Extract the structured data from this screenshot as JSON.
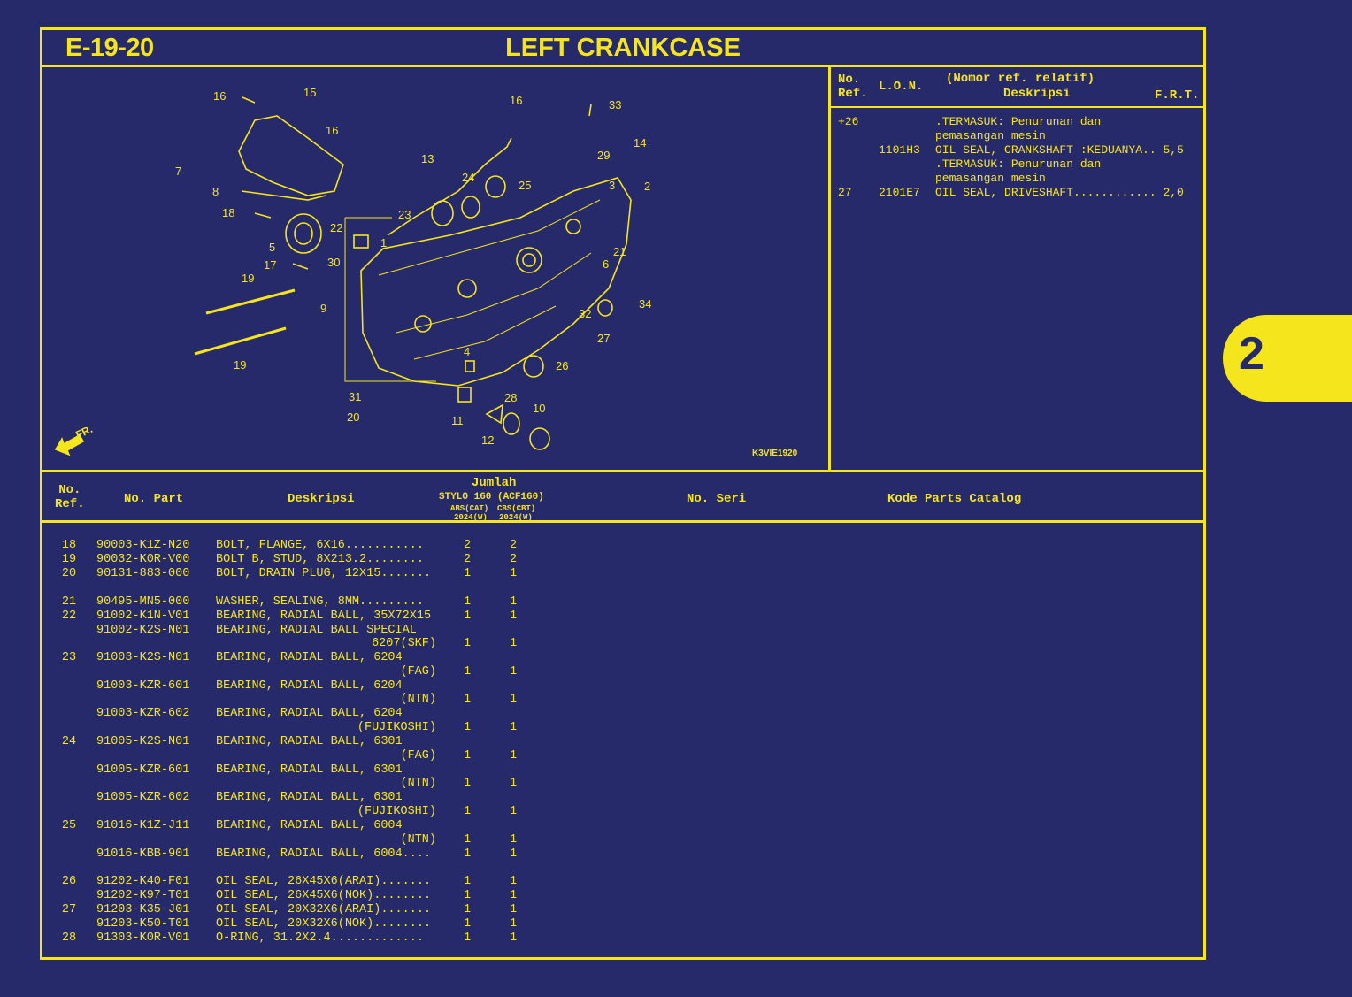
{
  "header": {
    "code": "E-19-20",
    "title": "LEFT CRANKCASE"
  },
  "diagram": {
    "image_code": "K3VIE1920",
    "front_label": "FR.",
    "callouts": [
      "16",
      "15",
      "16",
      "33",
      "16",
      "13",
      "14",
      "7",
      "8",
      "29",
      "24",
      "25",
      "3",
      "2",
      "18",
      "22",
      "23",
      "1",
      "5",
      "17",
      "30",
      "21",
      "19",
      "6",
      "9",
      "34",
      "32",
      "27",
      "19",
      "4",
      "26",
      "31",
      "28",
      "10",
      "20",
      "11",
      "12"
    ]
  },
  "right_panel": {
    "headers": {
      "no_ref": "No.\nRef.",
      "lon": "L.O.N.",
      "desc_top": "(Nomor ref. relatif)",
      "desc": "Deskripsi",
      "frt": "F.R.T."
    },
    "rows": [
      {
        "ref": "+26",
        "lon": "",
        "text": ".TERMASUK: Penurunan dan"
      },
      {
        "ref": "",
        "lon": "",
        "text": " pemasangan mesin"
      },
      {
        "ref": "",
        "lon": "1101H3",
        "text": "OIL SEAL, CRANKSHAFT :KEDUANYA.. 5,5"
      },
      {
        "ref": "",
        "lon": "",
        "text": ".TERMASUK: Penurunan dan"
      },
      {
        "ref": "",
        "lon": "",
        "text": " pemasangan mesin"
      },
      {
        "ref": "27",
        "lon": "2101E7",
        "text": "OIL SEAL, DRIVESHAFT............ 2,0"
      }
    ]
  },
  "table": {
    "headers": {
      "no_ref": "No.\nRef.",
      "part": "No. Part",
      "desc": "Deskripsi",
      "jumlah": "Jumlah",
      "model": "STYLO 160 (ACF160)",
      "col1": "ABS(CAT)",
      "col2": "CBS(CBT)",
      "year1": "2024(W)",
      "year2": "2024(W)",
      "serial": "No. Seri",
      "catalog": "Kode Parts Catalog"
    },
    "rows": [
      {
        "ref": "18",
        "part": "90003-K1Z-N20",
        "desc": "BOLT, FLANGE, 6X16...........",
        "q1": "2",
        "q2": "2"
      },
      {
        "ref": "19",
        "part": "90032-K0R-V00",
        "desc": "BOLT B, STUD, 8X213.2........",
        "q1": "2",
        "q2": "2"
      },
      {
        "ref": "20",
        "part": "90131-883-000",
        "desc": "BOLT, DRAIN PLUG, 12X15.......",
        "q1": "1",
        "q2": "1"
      },
      {
        "ref": "21",
        "part": "90495-MN5-000",
        "desc": "WASHER, SEALING, 8MM.........",
        "q1": "1",
        "q2": "1"
      },
      {
        "ref": "22",
        "part": "91002-K1N-V01",
        "desc": "BEARING, RADIAL BALL, 35X72X15",
        "q1": "1",
        "q2": "1"
      },
      {
        "ref": "",
        "part": "91002-K2S-N01",
        "desc": "BEARING, RADIAL BALL SPECIAL",
        "q1": "",
        "q2": ""
      },
      {
        "ref": "",
        "part": "",
        "desc": "",
        "sfx": "6207(SKF)",
        "q1": "1",
        "q2": "1"
      },
      {
        "ref": "23",
        "part": "91003-K2S-N01",
        "desc": "BEARING, RADIAL BALL, 6204",
        "q1": "",
        "q2": ""
      },
      {
        "ref": "",
        "part": "",
        "desc": "",
        "sfx": "(FAG)",
        "q1": "1",
        "q2": "1"
      },
      {
        "ref": "",
        "part": "91003-KZR-601",
        "desc": "BEARING, RADIAL BALL, 6204",
        "q1": "",
        "q2": ""
      },
      {
        "ref": "",
        "part": "",
        "desc": "",
        "sfx": "(NTN)",
        "q1": "1",
        "q2": "1"
      },
      {
        "ref": "",
        "part": "91003-KZR-602",
        "desc": "BEARING, RADIAL BALL, 6204",
        "q1": "",
        "q2": ""
      },
      {
        "ref": "",
        "part": "",
        "desc": "",
        "sfx": "(FUJIKOSHI)",
        "q1": "1",
        "q2": "1"
      },
      {
        "ref": "24",
        "part": "91005-K2S-N01",
        "desc": "BEARING, RADIAL BALL, 6301",
        "q1": "",
        "q2": ""
      },
      {
        "ref": "",
        "part": "",
        "desc": "",
        "sfx": "(FAG)",
        "q1": "1",
        "q2": "1"
      },
      {
        "ref": "",
        "part": "91005-KZR-601",
        "desc": "BEARING, RADIAL BALL, 6301",
        "q1": "",
        "q2": ""
      },
      {
        "ref": "",
        "part": "",
        "desc": "",
        "sfx": "(NTN)",
        "q1": "1",
        "q2": "1"
      },
      {
        "ref": "",
        "part": "91005-KZR-602",
        "desc": "BEARING, RADIAL BALL, 6301",
        "q1": "",
        "q2": ""
      },
      {
        "ref": "",
        "part": "",
        "desc": "",
        "sfx": "(FUJIKOSHI)",
        "q1": "1",
        "q2": "1"
      },
      {
        "ref": "25",
        "part": "91016-K1Z-J11",
        "desc": "BEARING, RADIAL BALL, 6004",
        "q1": "",
        "q2": ""
      },
      {
        "ref": "",
        "part": "",
        "desc": "",
        "sfx": "(NTN)",
        "q1": "1",
        "q2": "1"
      },
      {
        "ref": "",
        "part": "91016-KBB-901",
        "desc": "BEARING, RADIAL BALL, 6004....",
        "q1": "1",
        "q2": "1"
      },
      {
        "ref": "26",
        "part": "91202-K40-F01",
        "desc": "OIL SEAL, 26X45X6(ARAI).......",
        "q1": "1",
        "q2": "1"
      },
      {
        "ref": "",
        "part": "91202-K97-T01",
        "desc": "OIL SEAL, 26X45X6(NOK)........",
        "q1": "1",
        "q2": "1"
      },
      {
        "ref": "27",
        "part": "91203-K35-J01",
        "desc": "OIL SEAL, 20X32X6(ARAI).......",
        "q1": "1",
        "q2": "1"
      },
      {
        "ref": "",
        "part": "91203-K50-T01",
        "desc": "OIL SEAL, 20X32X6(NOK)........",
        "q1": "1",
        "q2": "1"
      },
      {
        "ref": "28",
        "part": "91303-K0R-V01",
        "desc": "O-RING, 31.2X2.4.............",
        "q1": "1",
        "q2": "1"
      }
    ]
  },
  "section_tab": {
    "label": "2"
  },
  "colors": {
    "background": "#262a6a",
    "ink": "#f5e51d"
  }
}
